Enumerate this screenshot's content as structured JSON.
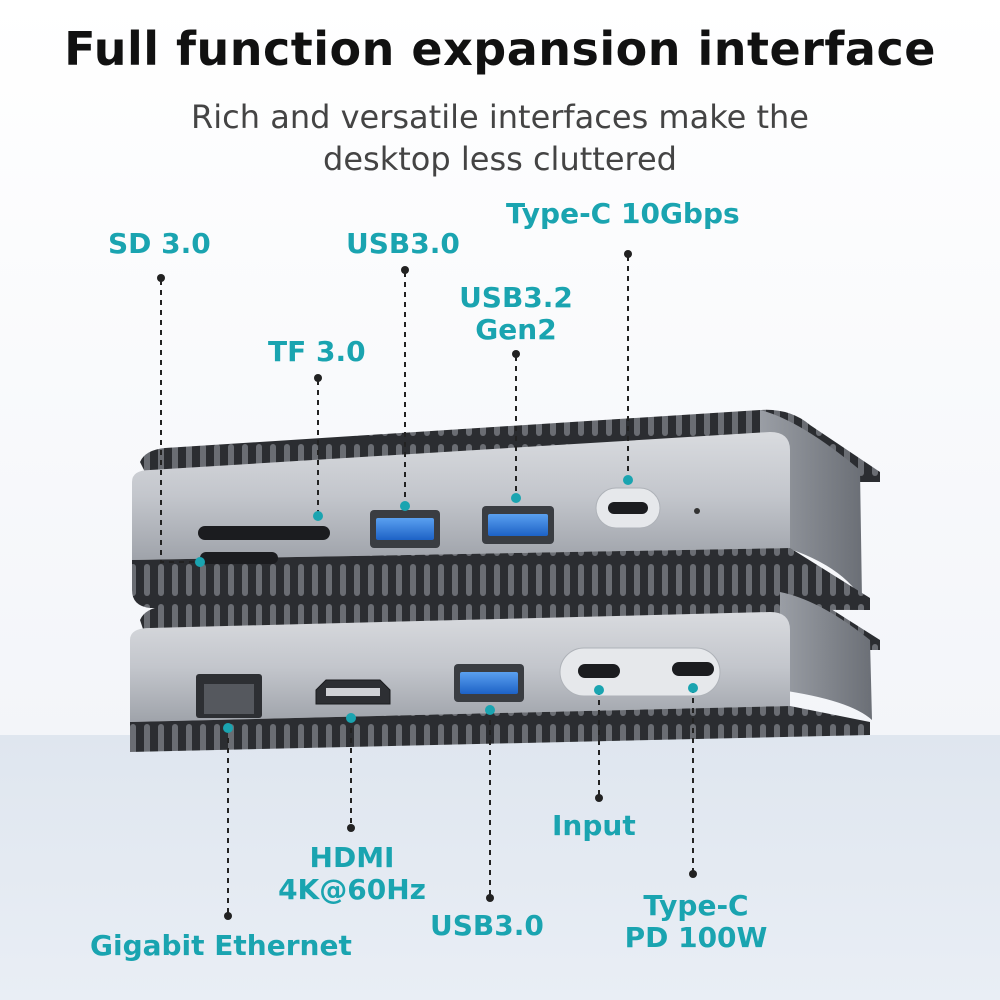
{
  "title": "Full function expansion interface",
  "subtitle_line1": "Rich and versatile interfaces make the",
  "subtitle_line2": "desktop less cluttered",
  "labels": {
    "sd": "SD 3.0",
    "tf": "TF 3.0",
    "usb30_top": "USB3.0",
    "usb32_line1": "USB3.2",
    "usb32_line2": "Gen2",
    "typec_10g": "Type-C 10Gbps",
    "ethernet": "Gigabit Ethernet",
    "hdmi_line1": "HDMI",
    "hdmi_line2": "4K@60Hz",
    "usb30_bottom": "USB3.0",
    "input": "Input",
    "pd_line1": "Type-C",
    "pd_line2": "PD 100W"
  },
  "colors": {
    "accent": "#1aa4b0",
    "usb_blue": "#2f7ee0",
    "body_gray": "#b9bcc2",
    "vent_dark": "#2b2d31"
  }
}
